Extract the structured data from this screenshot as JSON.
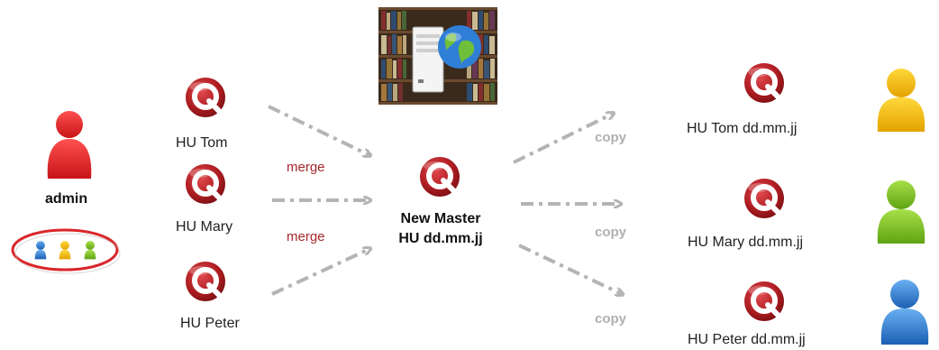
{
  "admin": {
    "label": "admin"
  },
  "sources": [
    {
      "label": "HU  Tom"
    },
    {
      "label": "HU Mary"
    },
    {
      "label": "HU Peter"
    }
  ],
  "merge_labels": [
    "merge",
    "merge"
  ],
  "master": {
    "line1": "New Master",
    "line2": "HU dd.mm.jj"
  },
  "copy_labels": [
    "copy",
    "copy",
    "copy"
  ],
  "copies": [
    {
      "label": "HU Tom dd.mm.jj"
    },
    {
      "label": "HU Mary dd.mm.jj"
    },
    {
      "label": "HU Peter dd.mm.jj"
    }
  ],
  "colors": {
    "app_icon": "#b01e23",
    "admin_user": "#e8262a",
    "user_tom": "#f5b800",
    "user_mary": "#7dc21e",
    "user_peter": "#2f7fd6",
    "arrow": "#b4b4b4",
    "merge_text": "#a8282c"
  },
  "icons": {
    "app": "qlik-q-icon",
    "admin": "admin-user-icon",
    "group": "user-group-icon",
    "server": "server-globe-library-icon"
  }
}
